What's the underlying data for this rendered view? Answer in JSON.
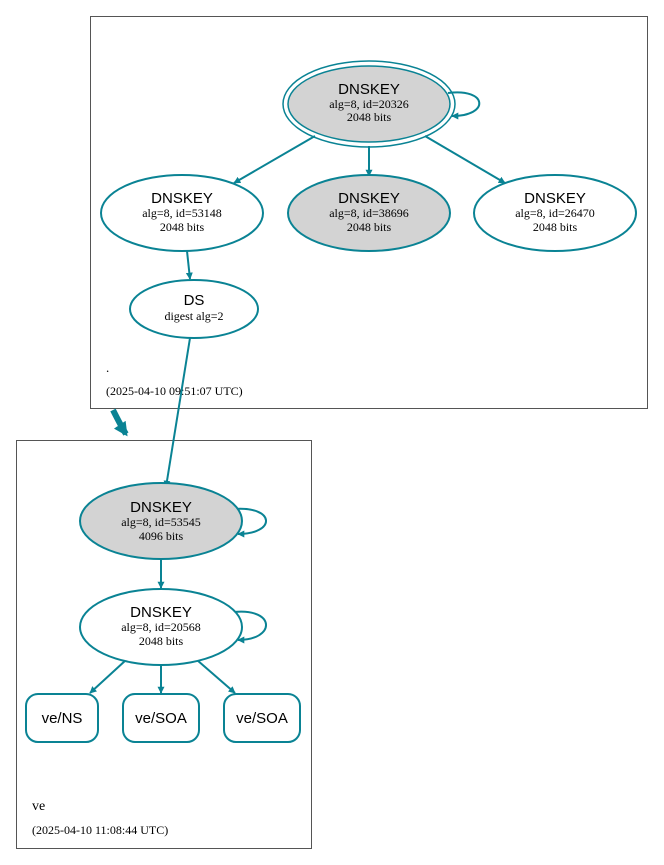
{
  "colors": {
    "edge": "#0a8394",
    "node_border": "#0a8394",
    "ksk_fill": "#d3d3d3",
    "zsk_fill": "#ffffff",
    "zone_border": "#555555",
    "text": "#000000"
  },
  "zones": {
    "root": {
      "name": ".",
      "timestamp": "(2025-04-10 09:51:07 UTC)"
    },
    "ve": {
      "name": "ve",
      "timestamp": "(2025-04-10 11:08:44 UTC)"
    }
  },
  "nodes": {
    "root_ksk": {
      "title": "DNSKEY",
      "line1": "alg=8, id=20326",
      "line2": "2048 bits"
    },
    "root_zsk_53148": {
      "title": "DNSKEY",
      "line1": "alg=8, id=53148",
      "line2": "2048 bits"
    },
    "root_key_38696": {
      "title": "DNSKEY",
      "line1": "alg=8, id=38696",
      "line2": "2048 bits"
    },
    "root_key_26470": {
      "title": "DNSKEY",
      "line1": "alg=8, id=26470",
      "line2": "2048 bits"
    },
    "ds": {
      "title": "DS",
      "line1": "digest alg=2"
    },
    "ve_ksk": {
      "title": "DNSKEY",
      "line1": "alg=8, id=53545",
      "line2": "4096 bits"
    },
    "ve_zsk": {
      "title": "DNSKEY",
      "line1": "alg=8, id=20568",
      "line2": "2048 bits"
    },
    "rr_ns": {
      "label": "ve/NS"
    },
    "rr_soa_1": {
      "label": "ve/SOA"
    },
    "rr_soa_2": {
      "label": "ve/SOA"
    }
  }
}
